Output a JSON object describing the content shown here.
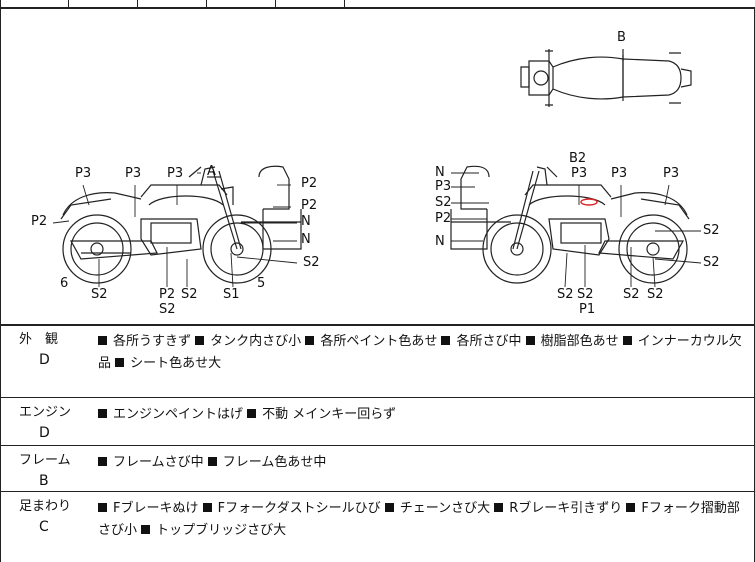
{
  "diagram": {
    "labels": {
      "top_b": "B",
      "left_p3_a": "P3",
      "left_p3_b": "P3",
      "left_p3_c": "P3",
      "left_a": "A",
      "left_p2_side": "P2",
      "left_p2_r1": "P2",
      "left_p2_r2": "P2",
      "left_n1": "N",
      "left_n2": "N",
      "left_s2_r": "S2",
      "left_6": "6",
      "left_s2_b": "S2",
      "left_p2_b": "P2",
      "left_s2_c": "S2",
      "left_s2_d": "S2",
      "left_s1": "S1",
      "left_5": "5",
      "right_n1": "N",
      "right_p3_l": "P3",
      "right_s2_l": "S2",
      "right_p2_l": "P2",
      "right_n2": "N",
      "right_b2": "B2",
      "right_p3_a": "P3",
      "right_p3_b": "P3",
      "right_p3_c": "P3",
      "right_s2_r1": "S2",
      "right_s2_r2": "S2",
      "right_s2_b1": "S2",
      "right_s2_b2": "S2",
      "right_p1": "P1",
      "right_s2_b3": "S2",
      "right_s2_b4": "S2"
    }
  },
  "sections": [
    {
      "name": "外　観",
      "grade": "D",
      "items": [
        "各所うすきず",
        "タンク内さび小",
        "各所ペイント色あせ",
        "各所さび中",
        "樹脂部色あせ",
        "インナーカウル欠品",
        "シート色あせ大"
      ]
    },
    {
      "name": "エンジン",
      "grade": "D",
      "items": [
        "エンジンペイントはげ",
        "不動 メインキー回らず"
      ]
    },
    {
      "name": "フレーム",
      "grade": "B",
      "items": [
        "フレームさび中",
        "フレーム色あせ中"
      ]
    },
    {
      "name": "足まわり",
      "grade": "C",
      "items": [
        "Fブレーキぬけ",
        "Fフォークダストシールひび",
        "チェーンさび大",
        "Rブレーキ引きずり",
        "Fフォーク摺動部さび小",
        "トップブリッジさび大"
      ]
    }
  ]
}
